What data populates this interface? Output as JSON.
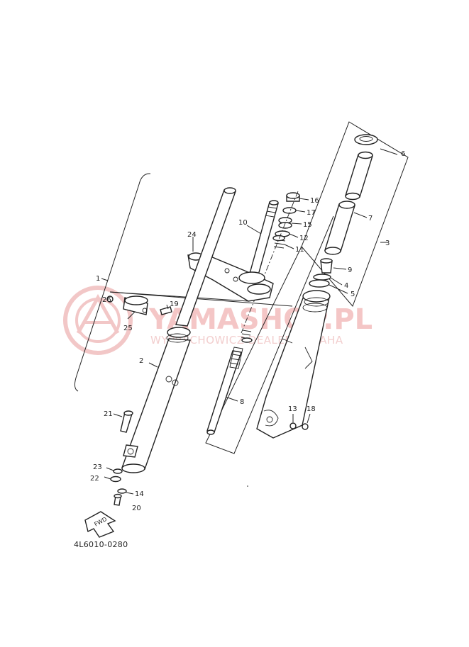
{
  "watermark": {
    "brand": "YAMASHOP.PL",
    "dealer": "WYPRECHOWICZ DEALER YAMAHA",
    "color": "#e89a9a"
  },
  "diagram": {
    "code": "4L6010-0280",
    "fwd_label": "FWD"
  },
  "callouts": [
    {
      "id": "1",
      "text": "1"
    },
    {
      "id": "2",
      "text": "2"
    },
    {
      "id": "3",
      "text": "3"
    },
    {
      "id": "4",
      "text": "4"
    },
    {
      "id": "5",
      "text": "5"
    },
    {
      "id": "6",
      "text": "6"
    },
    {
      "id": "7",
      "text": "7"
    },
    {
      "id": "8",
      "text": "8"
    },
    {
      "id": "9",
      "text": "9"
    },
    {
      "id": "10",
      "text": "10"
    },
    {
      "id": "11",
      "text": "11"
    },
    {
      "id": "12",
      "text": "12"
    },
    {
      "id": "13",
      "text": "13"
    },
    {
      "id": "14",
      "text": "14"
    },
    {
      "id": "15",
      "text": "15"
    },
    {
      "id": "16",
      "text": "16"
    },
    {
      "id": "17",
      "text": "17"
    },
    {
      "id": "18",
      "text": "18"
    },
    {
      "id": "19",
      "text": "19"
    },
    {
      "id": "20",
      "text": "20"
    },
    {
      "id": "21",
      "text": "21"
    },
    {
      "id": "22",
      "text": "22"
    },
    {
      "id": "23",
      "text": "23"
    },
    {
      "id": "24",
      "text": "24"
    },
    {
      "id": "25",
      "text": "25"
    },
    {
      "id": "26",
      "text": "26"
    }
  ]
}
